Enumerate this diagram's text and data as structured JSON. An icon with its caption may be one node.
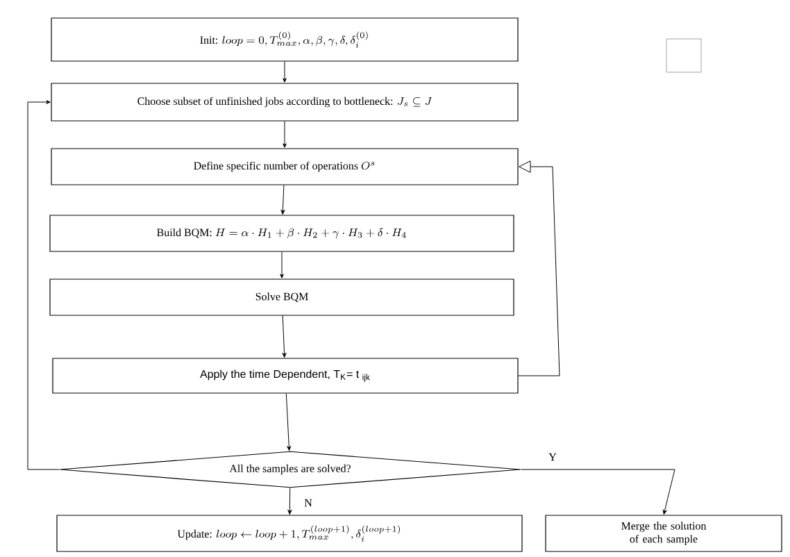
{
  "diagram": {
    "nodes": [
      {
        "text": [
          "Init:",
          "loop = 0, T_{max}^{(0)}, \\alpha, \\beta, \\gamma, \\delta, \\delta_i^{(0)}"
        ]
      },
      {
        "text": [
          "Choose subset of unfinished jobs according to bottleneck:",
          "J_s \\subseteq J"
        ]
      },
      {
        "text": [
          "Define specific number of operations",
          "O^s"
        ]
      },
      {
        "text": [
          "Build BQM:",
          "H = \\alpha \\cdot H_1 + \\beta \\cdot H_2 + \\gamma \\cdot H_3 + \\delta \\cdot H_4"
        ]
      },
      {
        "text": [
          "Solve BQM"
        ]
      },
      {
        "text": [
          "Apply the time Dependent, T$_{K}$= t $_{ijk}$"
        ]
      },
      {
        "text": [
          "All the samples are solved?"
        ]
      },
      {
        "text": [
          "Update:",
          "loop \\leftarrow loop + 1, T_{max}^{(loop+1)}, \\delta_i^{(loop+1)}"
        ]
      },
      {
        "text": [
          "Merge the solution of each sample"
        ]
      }
    ],
    "edges": [
      {
        "from": 0,
        "to": 1,
        "arrow": "to"
      },
      {
        "from": 1,
        "to": 2,
        "arrow": "to"
      },
      {
        "from": 2,
        "to": 3,
        "arrow": "to"
      },
      {
        "from": 3,
        "to": 4,
        "arrow": "to"
      },
      {
        "from": 4,
        "to": 5,
        "arrow": "to"
      },
      {
        "from": 5,
        "to": 6,
        "arrow": "to"
      },
      {
        "from": 6,
        "to": 7,
        "arrow": "to",
        "label": "N"
      },
      {
        "from": 6,
        "to": 8,
        "arrow": "to",
        "label": "Y"
      },
      {
        "from": 5,
        "to": 2,
        "arrow": "to"
      },
      {
        "from": 6,
        "to": 1,
        "arrow": "to"
      }
    ]
  }
}
